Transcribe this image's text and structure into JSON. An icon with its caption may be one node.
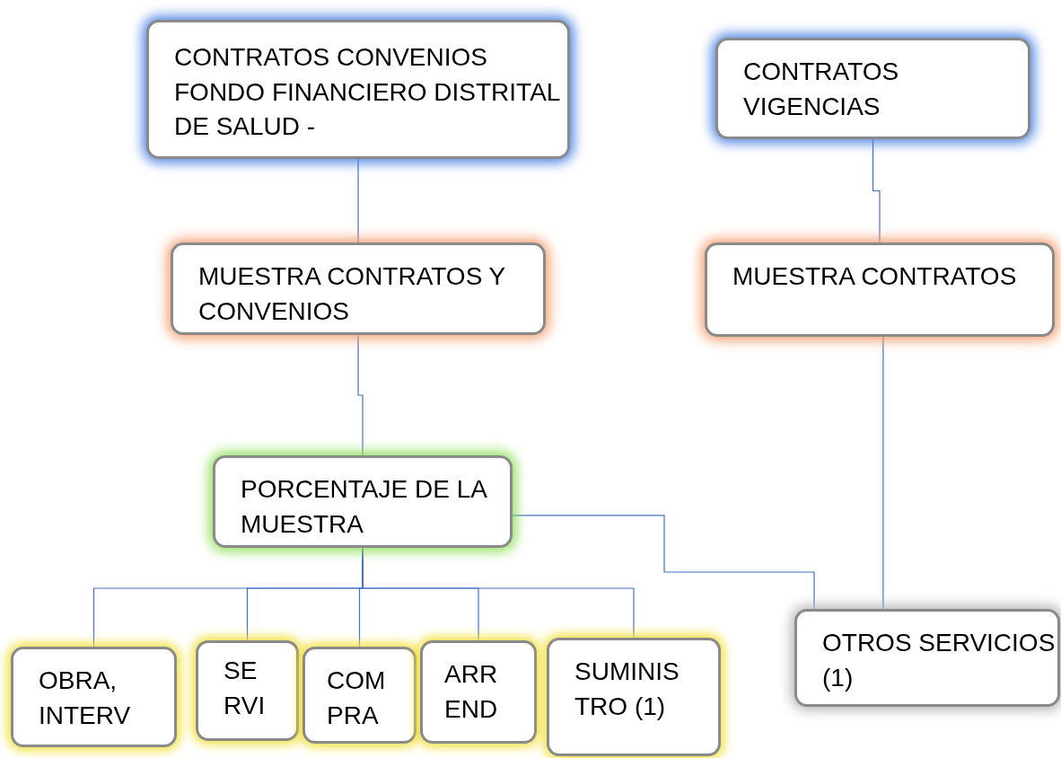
{
  "diagram": {
    "nodes": [
      {
        "text": [
          "CONTRATOS CONVENIOS FONDO FINANCIERO DISTRITAL DE SALUD -"
        ]
      },
      {
        "text": [
          "CONTRATOS VIGENCIAS"
        ]
      },
      {
        "text": [
          "MUESTRA CONTRATOS Y CONVENIOS"
        ]
      },
      {
        "text": [
          "MUESTRA CONTRATOS"
        ]
      },
      {
        "text": [
          "PORCENTAJE DE LA MUESTRA"
        ]
      },
      {
        "text": [
          "OBRA, INTERV"
        ]
      },
      {
        "text": [
          "SE RVI"
        ]
      },
      {
        "text": [
          "COM PRA"
        ]
      },
      {
        "text": [
          "ARR END"
        ]
      },
      {
        "text": [
          "SUMINIS TRO (1)"
        ]
      },
      {
        "text": [
          "OTROS SERVICIOS (1)"
        ]
      }
    ],
    "edges": [
      {
        "from": 0,
        "to": 2,
        "arrow": "none"
      },
      {
        "from": 1,
        "to": 3,
        "arrow": "none"
      },
      {
        "from": 2,
        "to": 4,
        "arrow": "none"
      },
      {
        "from": 3,
        "to": 10,
        "arrow": "none"
      },
      {
        "from": 4,
        "to": 5,
        "arrow": "none"
      },
      {
        "from": 4,
        "to": 6,
        "arrow": "none"
      },
      {
        "from": 4,
        "to": 7,
        "arrow": "none"
      },
      {
        "from": 4,
        "to": 8,
        "arrow": "none"
      },
      {
        "from": 4,
        "to": 9,
        "arrow": "none"
      },
      {
        "from": 4,
        "to": 10,
        "arrow": "none"
      }
    ]
  }
}
